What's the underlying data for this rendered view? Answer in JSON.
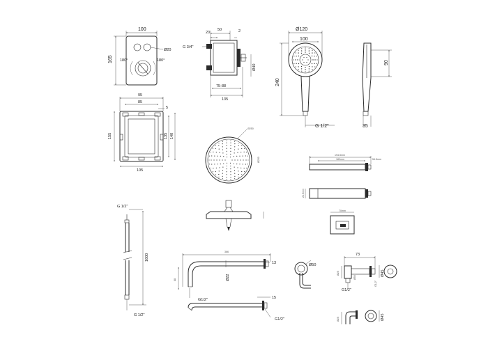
{
  "mixer_panel": {
    "width": "100",
    "height": "165",
    "button_dia": "Ø20",
    "angle_left": "180°",
    "angle_right": "180°"
  },
  "box_side": {
    "d50": "50",
    "d20": "20",
    "d2": "2",
    "thread": "G 3/4\"",
    "d40": "Ø40",
    "adj": "75-88",
    "depth": "135"
  },
  "box_front": {
    "w95": "95",
    "w85": "85",
    "w5": "5",
    "h155": "155",
    "h135": "135",
    "h140": "140",
    "w105": "105"
  },
  "hand_shower": {
    "dia": "Ø120",
    "w100": "100",
    "len": "240",
    "thread": "G 1/2\"",
    "depth90": "90",
    "depth35": "35"
  },
  "rain_shower": {
    "dia_label": "Ø250",
    "dia_label_side": "Ø250"
  },
  "hose": {
    "thread_top": "G 1/2\"",
    "length": "1600",
    "thread_bottom": "G 1/2\""
  },
  "wall_arm": {
    "length": "366",
    "d13": "13",
    "drop": "88",
    "dia": "Ø22",
    "thread": "G1/2\"",
    "d15": "15",
    "thread_b": "G1/2\""
  },
  "flange": {
    "dia": "Ø50"
  },
  "spout": {
    "top_len": "194.5mm",
    "top_len2": "189mm",
    "top_end": "54.5mm",
    "side_h": "21.5mm",
    "plate": "70mm"
  },
  "outlet_elbow": {
    "d73": "73",
    "d25": "Ø25",
    "d50": "Ø50",
    "d45": "Ø45",
    "thread": "G1/2\"",
    "thread_side": "G1/2\"",
    "d25b": "Ø25",
    "d45b": "Ø45"
  }
}
